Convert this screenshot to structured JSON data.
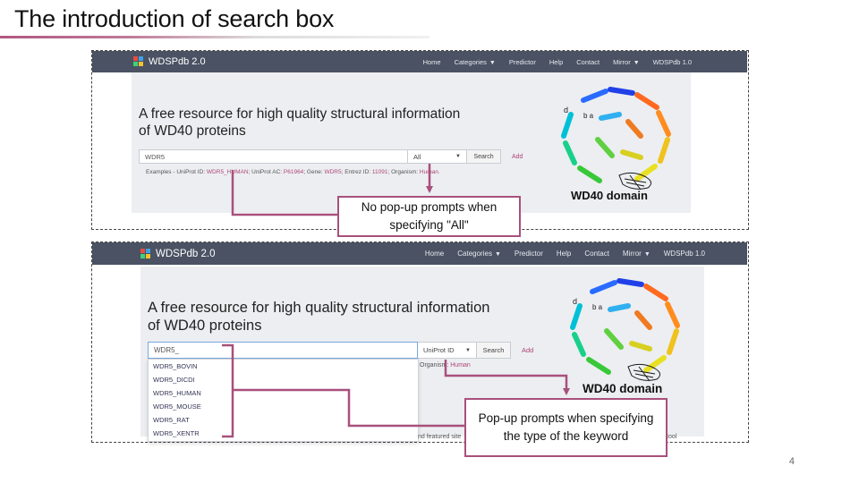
{
  "slide": {
    "title": "The introduction of search box",
    "page_number": "4"
  },
  "accent_color": "#a8507c",
  "top_panel": {
    "brand": "WDSPdb 2.0",
    "nav": [
      "Home",
      "Categories",
      "Predictor",
      "Help",
      "Contact",
      "Mirror",
      "WDSPdb 1.0"
    ],
    "tagline_line1": "A free resource for high quality structural information",
    "tagline_line2": "of WD40 proteins",
    "search_value": "WDR5",
    "select_value": "All",
    "search_button": "Search",
    "add_link": "Add",
    "examples": {
      "prefix": "Examples - UniProt ID: ",
      "uniprot_id": "WDR5_HUMAN",
      "ac_label": "; UniProt AC: ",
      "uniprot_ac": "P61964",
      "gene_label": "; Gene: ",
      "gene": "WDR5",
      "entrez_label": "; Entrez ID: ",
      "entrez": "11091",
      "organism_label": "; Organism: ",
      "organism": "Human."
    },
    "figure_label": "WD40 domain"
  },
  "bottom_panel": {
    "brand": "WDSPdb 2.0",
    "nav": [
      "Home",
      "Categories",
      "Predictor",
      "Help",
      "Contact",
      "Mirror",
      "WDSPdb 1.0"
    ],
    "tagline_line1": "A free resource for high quality structural information",
    "tagline_line2": "of WD40 proteins",
    "search_value": "WDR5_",
    "select_value": "UniProt ID",
    "search_button": "Search",
    "add_link": "Add",
    "organism_label": "Organism:",
    "organism": "Human",
    "suggestions": [
      "WDR5_BOVIN",
      "WDR5_DICDI",
      "WDR5_HUMAN",
      "WDR5_MOUSE",
      "WDR5_RAT",
      "WDR5_XENTR"
    ],
    "partial_text_left": "nd featured site",
    "partial_text_right": "tool",
    "figure_label": "WD40 domain"
  },
  "callouts": {
    "top": "No pop-up prompts when specifying \"All\"",
    "bottom": "Pop-up prompts when specifying the type of the keyword"
  }
}
